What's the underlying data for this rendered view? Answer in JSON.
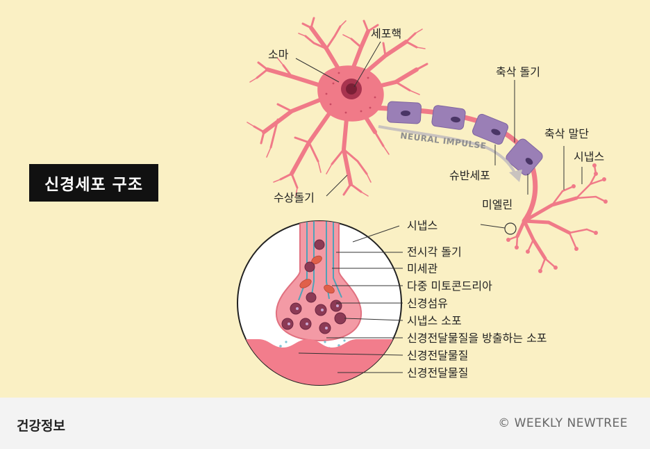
{
  "title": "신경세포 구조",
  "impulse_label": "NEURAL IMPULSE",
  "labels": {
    "soma": "소마",
    "nucleus": "세포핵",
    "axon": "축삭 돌기",
    "axon_terminal": "축삭 말단",
    "synapse_top": "시냅스",
    "schwann": "슈반세포",
    "myelin": "미엘린",
    "dendrite": "수상돌기"
  },
  "detail_labels": [
    "시냅스",
    "전시각 돌기",
    "미세관",
    "다중 미토콘드리아",
    "신경섬유",
    "시냅스 소포",
    "신경전달물질을 방출하는 소포",
    "신경전달물질",
    "신경전달물질"
  ],
  "footer": {
    "category": "건강정보",
    "copyright": "© WEEKLY NEWTREE"
  },
  "colors": {
    "background": "#faf0c4",
    "neuron": "#f07a88",
    "myelin": "#9a7fb6",
    "vesicle": "#8c3a55"
  }
}
